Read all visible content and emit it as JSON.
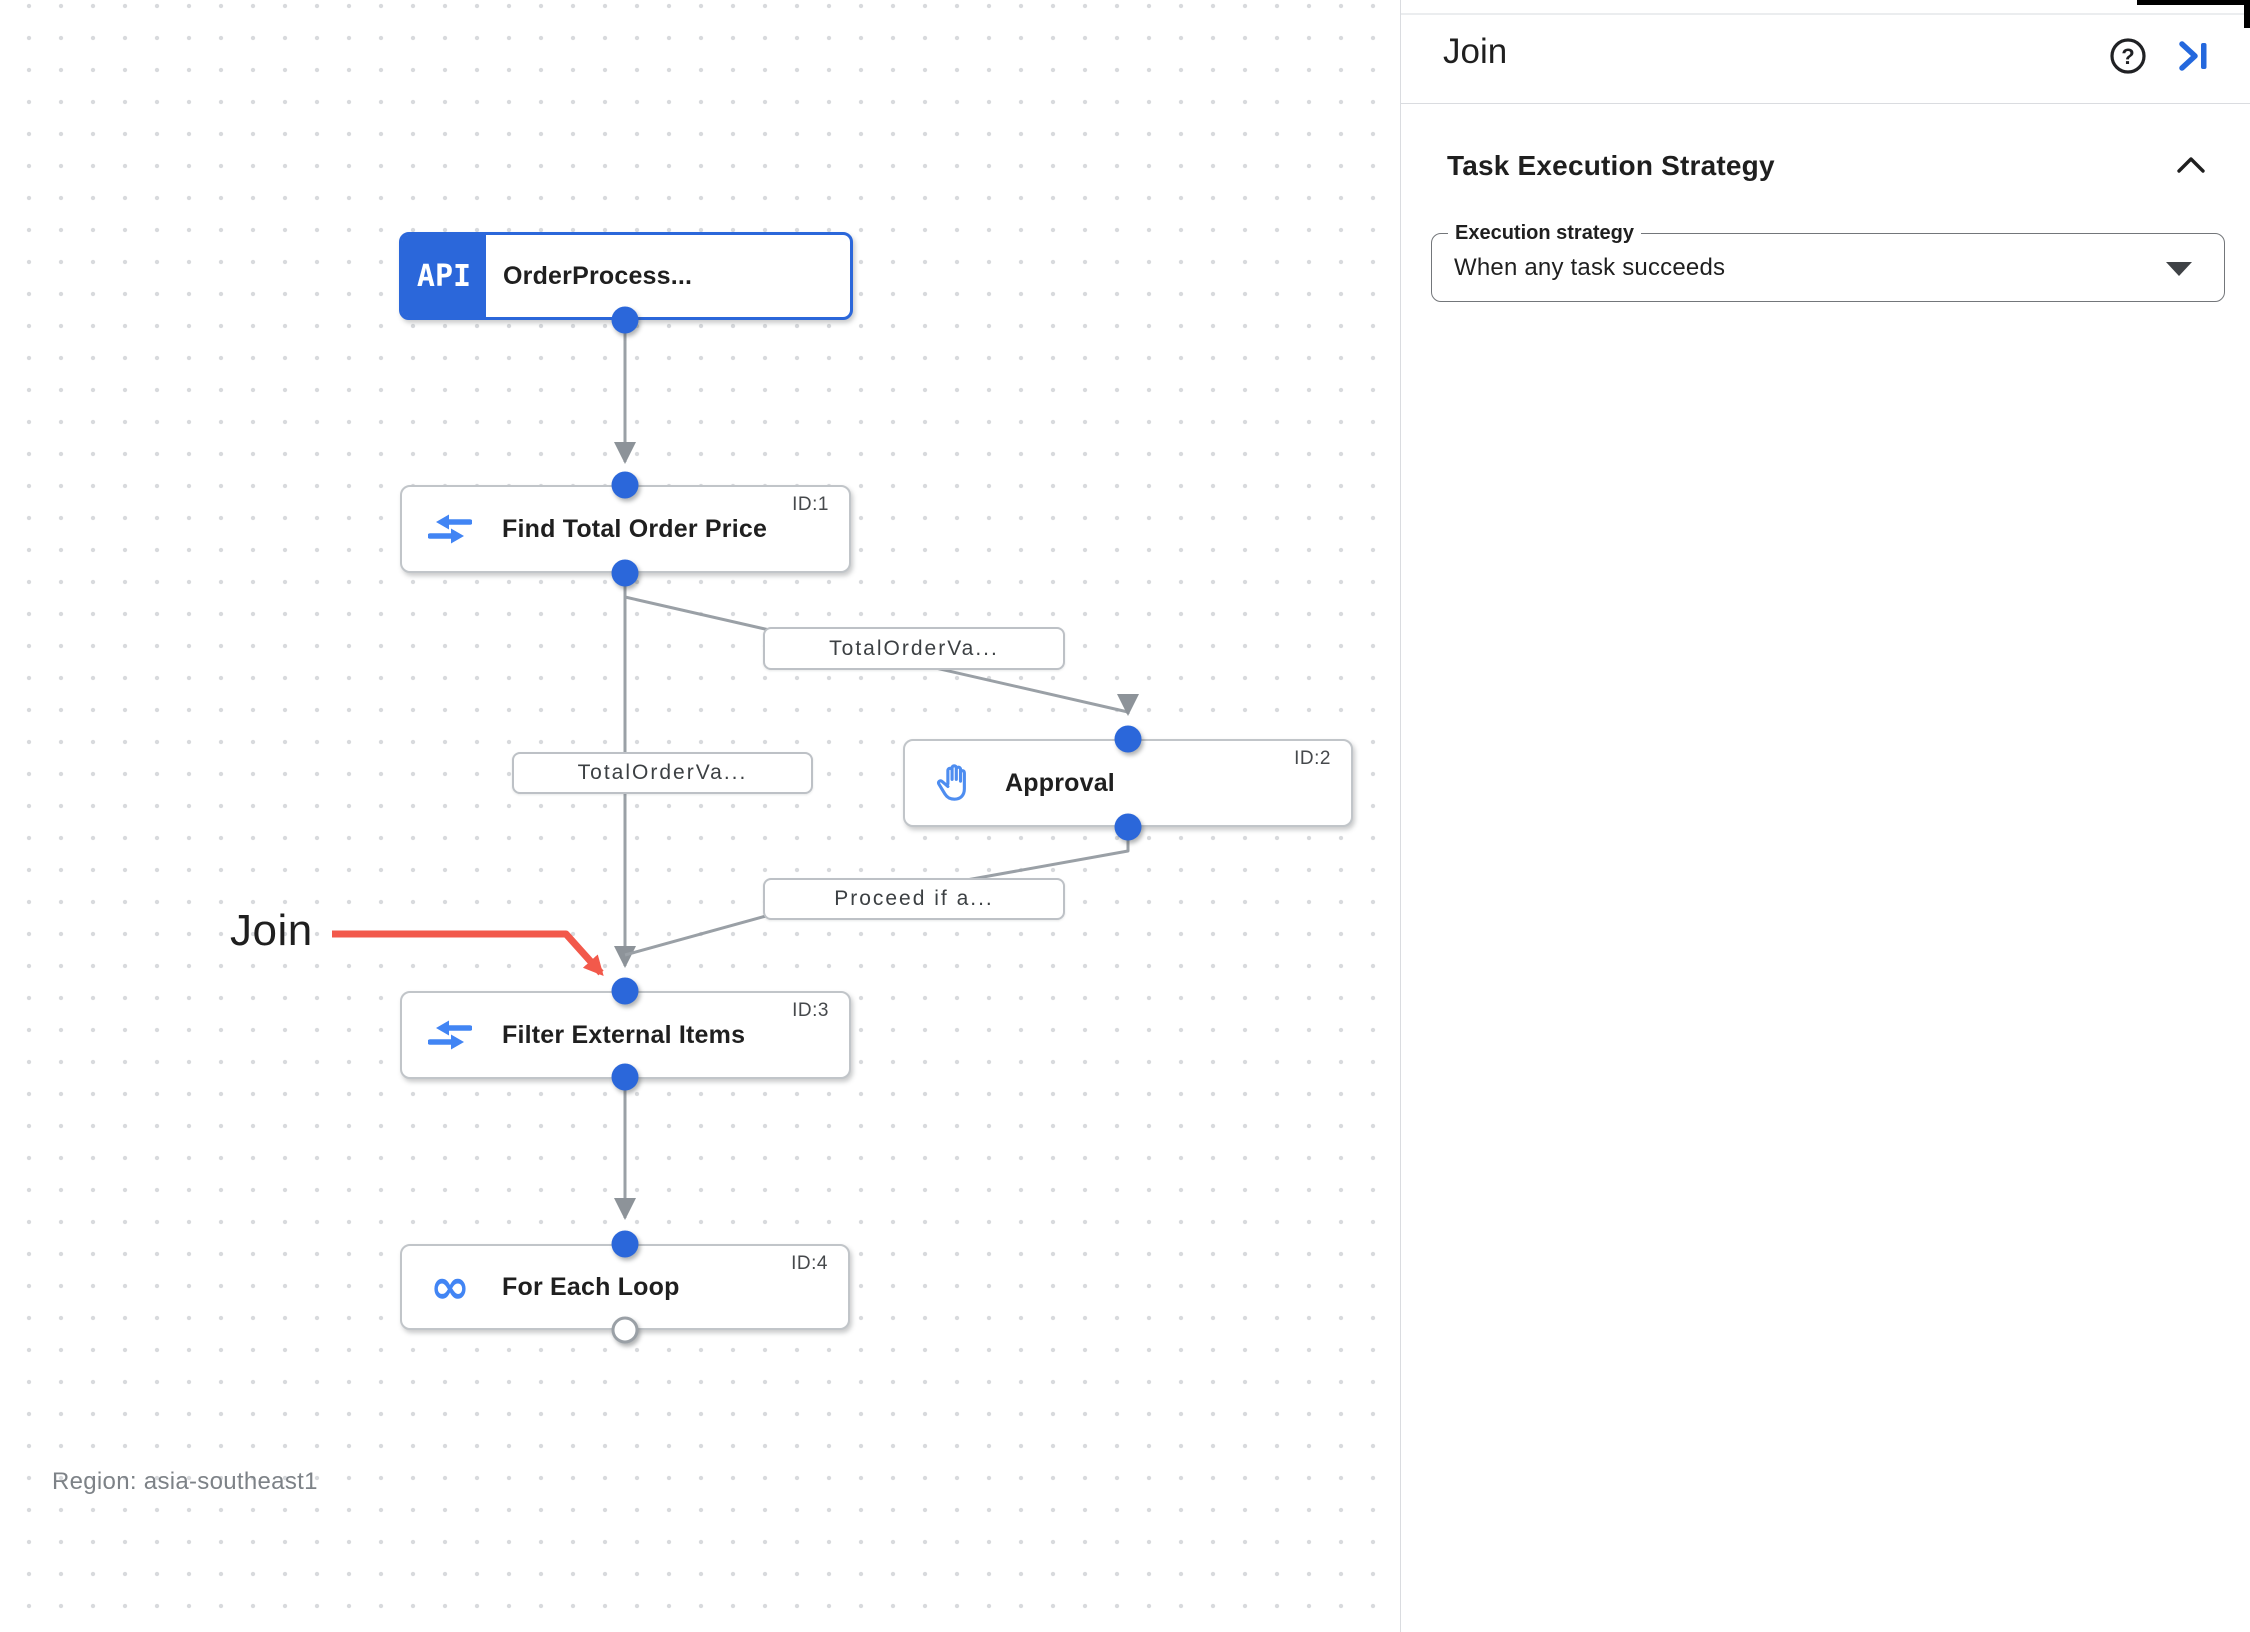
{
  "panel": {
    "title": "Join",
    "section_title": "Task Execution Strategy",
    "field_label": "Execution strategy",
    "field_value": "When any task succeeds"
  },
  "canvas": {
    "region_label": "Region: asia-southeast1",
    "annotation_label": "Join",
    "nodes": [
      {
        "badge": "API",
        "title": "OrderProcess...",
        "id_label": ""
      },
      {
        "title": "Find Total Order Price",
        "id_label": "ID:1"
      },
      {
        "title": "Approval",
        "id_label": "ID:2"
      },
      {
        "title": "Filter External Items",
        "id_label": "ID:3"
      },
      {
        "title": "For Each Loop",
        "id_label": "ID:4"
      }
    ],
    "edge_labels": [
      "TotalOrderVa...",
      "TotalOrderVa...",
      "Proceed if a..."
    ],
    "loop_icon_glyph": "∞"
  },
  "colors": {
    "trigger_blue": "#2b67da",
    "icon_blue": "#4285f4",
    "edge_gray": "#9aa0a6",
    "annotation_red": "#f2594b",
    "panel_accent_blue": "#2468dd"
  }
}
